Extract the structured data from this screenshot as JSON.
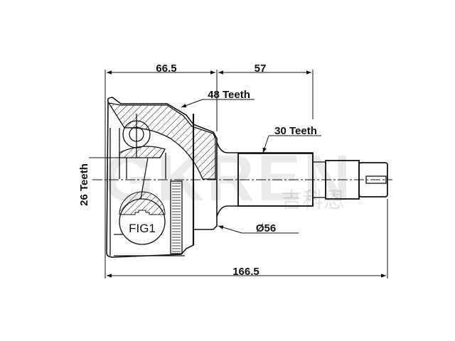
{
  "drawing": {
    "dimensions": {
      "outer_length": "66.5",
      "shaft_length": "57",
      "total_length": "166.5",
      "diameter": "Ø56"
    },
    "callouts": {
      "abs_teeth": "48 Teeth",
      "outer_spline": "30 Teeth",
      "inner_spline": "26 Teeth",
      "figure": "FIG1"
    },
    "watermark": {
      "brand": "GKREN",
      "chinese": "吉科恩"
    },
    "colors": {
      "line": "#111111",
      "background": "#ffffff"
    }
  }
}
